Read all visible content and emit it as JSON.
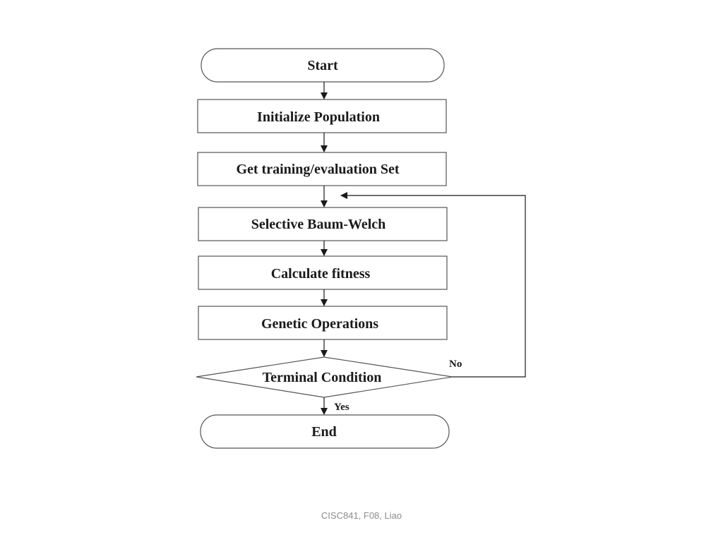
{
  "diagram": {
    "nodes": {
      "start": "Start",
      "init": "Initialize Population",
      "get_set": "Get training/evaluation Set",
      "baum_welch": "Selective Baum-Welch",
      "fitness": "Calculate fitness",
      "genetic": "Genetic Operations",
      "terminal": "Terminal Condition",
      "end": "End"
    },
    "edge_labels": {
      "no": "No",
      "yes": "Yes"
    },
    "colors": {
      "stroke": "#555555",
      "arrow": "#1a1a1a",
      "text": "#1a1a1a"
    }
  },
  "footer": {
    "text": "CISC841, F08, Liao"
  }
}
